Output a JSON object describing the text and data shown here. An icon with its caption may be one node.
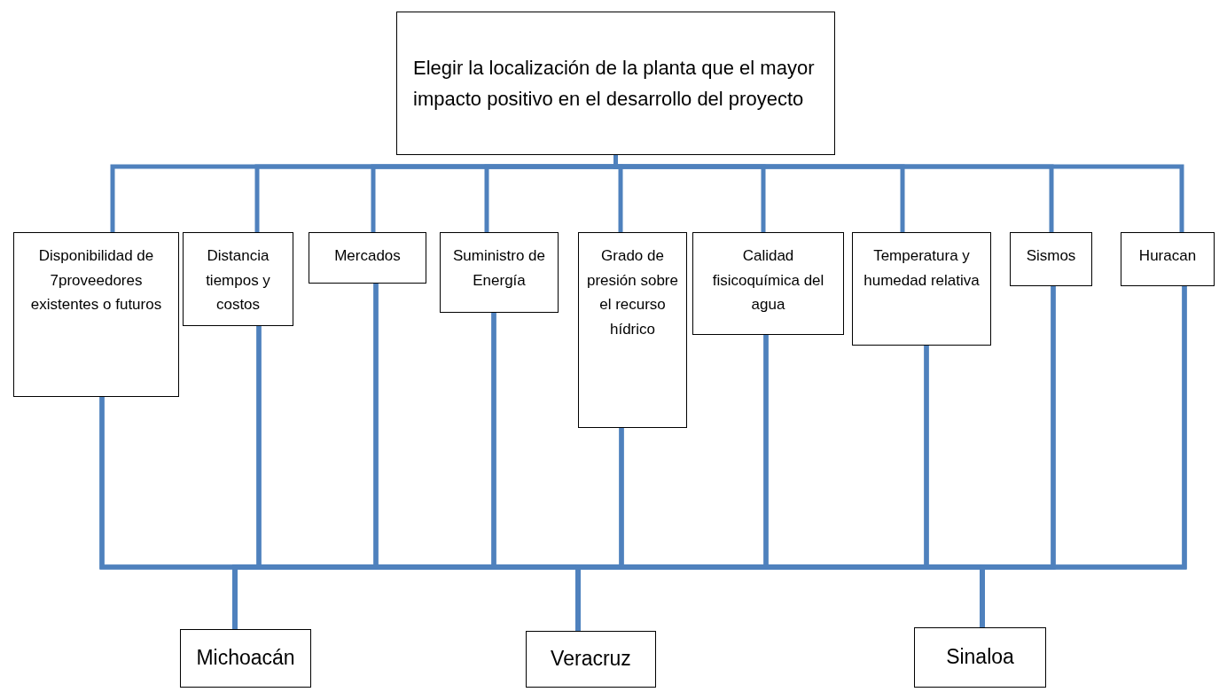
{
  "diagram": {
    "nodes": [
      {
        "text": [
          "Elegir la localización de la planta que el mayor impacto positivo en el desarrollo del proyecto"
        ]
      },
      {
        "text": [
          "Disponibilidad de 7proveedores existentes o futuros"
        ]
      },
      {
        "text": [
          "Distancia tiempos y costos"
        ]
      },
      {
        "text": [
          "Mercados"
        ]
      },
      {
        "text": [
          "Suministro de Energía"
        ]
      },
      {
        "text": [
          "Grado de presión sobre el recurso hídrico"
        ]
      },
      {
        "text": [
          "Calidad fisicoquímica del agua"
        ]
      },
      {
        "text": [
          "Temperatura y humedad relativa"
        ]
      },
      {
        "text": [
          "Sismos"
        ]
      },
      {
        "text": [
          "Huracan"
        ]
      },
      {
        "text": [
          "Michoacán"
        ]
      },
      {
        "text": [
          "Veracruz"
        ]
      },
      {
        "text": [
          "Sinaloa"
        ]
      }
    ],
    "edges": [
      {
        "from": 0,
        "to": 1,
        "arrow": "none"
      },
      {
        "from": 0,
        "to": 2,
        "arrow": "none"
      },
      {
        "from": 0,
        "to": 3,
        "arrow": "none"
      },
      {
        "from": 0,
        "to": 4,
        "arrow": "none"
      },
      {
        "from": 0,
        "to": 5,
        "arrow": "none"
      },
      {
        "from": 0,
        "to": 6,
        "arrow": "none"
      },
      {
        "from": 0,
        "to": 7,
        "arrow": "none"
      },
      {
        "from": 0,
        "to": 8,
        "arrow": "none"
      },
      {
        "from": 0,
        "to": 9,
        "arrow": "none"
      },
      {
        "from": 1,
        "to": 10,
        "arrow": "none"
      },
      {
        "from": 1,
        "to": 11,
        "arrow": "none"
      },
      {
        "from": 1,
        "to": 12,
        "arrow": "none"
      },
      {
        "from": 2,
        "to": 10,
        "arrow": "none"
      },
      {
        "from": 2,
        "to": 11,
        "arrow": "none"
      },
      {
        "from": 2,
        "to": 12,
        "arrow": "none"
      },
      {
        "from": 3,
        "to": 10,
        "arrow": "none"
      },
      {
        "from": 3,
        "to": 11,
        "arrow": "none"
      },
      {
        "from": 3,
        "to": 12,
        "arrow": "none"
      },
      {
        "from": 4,
        "to": 10,
        "arrow": "none"
      },
      {
        "from": 4,
        "to": 11,
        "arrow": "none"
      },
      {
        "from": 4,
        "to": 12,
        "arrow": "none"
      },
      {
        "from": 5,
        "to": 10,
        "arrow": "none"
      },
      {
        "from": 5,
        "to": 11,
        "arrow": "none"
      },
      {
        "from": 5,
        "to": 12,
        "arrow": "none"
      },
      {
        "from": 6,
        "to": 10,
        "arrow": "none"
      },
      {
        "from": 6,
        "to": 11,
        "arrow": "none"
      },
      {
        "from": 6,
        "to": 12,
        "arrow": "none"
      },
      {
        "from": 7,
        "to": 10,
        "arrow": "none"
      },
      {
        "from": 7,
        "to": 11,
        "arrow": "none"
      },
      {
        "from": 7,
        "to": 12,
        "arrow": "none"
      },
      {
        "from": 8,
        "to": 10,
        "arrow": "none"
      },
      {
        "from": 8,
        "to": 11,
        "arrow": "none"
      },
      {
        "from": 8,
        "to": 12,
        "arrow": "none"
      },
      {
        "from": 9,
        "to": 10,
        "arrow": "none"
      },
      {
        "from": 9,
        "to": 11,
        "arrow": "none"
      },
      {
        "from": 9,
        "to": 12,
        "arrow": "none"
      }
    ]
  }
}
